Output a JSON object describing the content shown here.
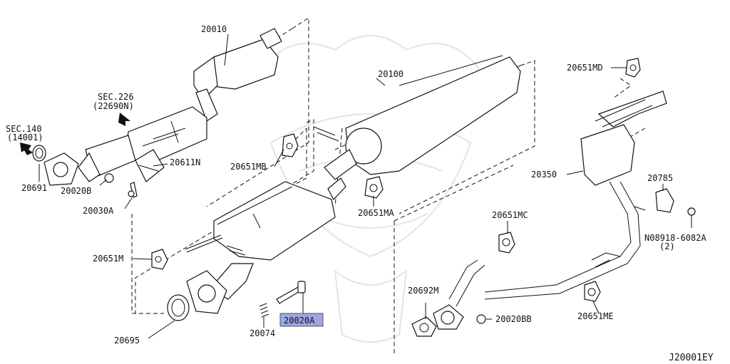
{
  "diagram_id": "J20001EY",
  "highlight_color": "#9aa6e6",
  "watermark": "samurai-helmet-watermark",
  "parts": {
    "p20010": "20010",
    "sec226": "SEC.226",
    "sec226_sub": "(22690N)",
    "sec140": "SEC.140",
    "sec140_sub": "(14001)",
    "p20691": "20691",
    "p20020B": "20020B",
    "p20611N": "20611N",
    "p20030A": "20030A",
    "p20100": "20100",
    "p20651MB": "20651MB",
    "p20651MA": "20651MA",
    "p20651M": "20651M",
    "p20695": "20695",
    "p20074": "20074",
    "p20020A": "20020A",
    "p20651MD": "20651MD",
    "p20350": "20350",
    "p20785": "20785",
    "p20651MC": "20651MC",
    "p08918": "N08918-6082A",
    "p08918_qty": "(2)",
    "p20692M": "20692M",
    "p20020BB": "20020BB",
    "p20651ME": "20651ME"
  }
}
